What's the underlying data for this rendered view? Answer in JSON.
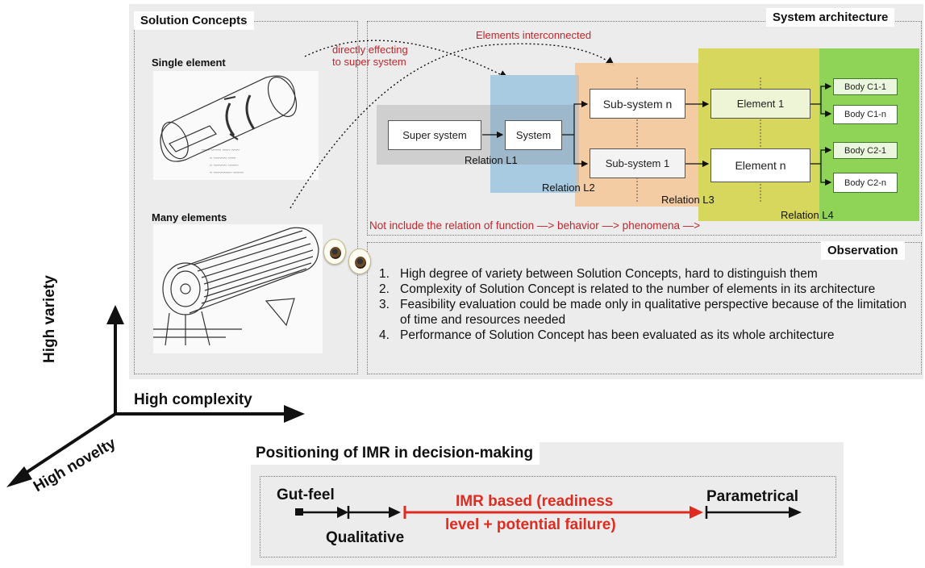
{
  "solution_concepts": {
    "title": "Solution Concepts",
    "single_label": "Single element",
    "many_label": "Many elements",
    "annotation_direct": "directly effecting\nto super system"
  },
  "system_architecture": {
    "title": "System architecture",
    "elements_interconnected": "Elements interconnected",
    "boxes": {
      "super_system": "Super system",
      "system": "System",
      "subsystem_n": "Sub-system n",
      "subsystem_1": "Sub-system 1",
      "element_1": "Element 1",
      "element_n": "Element n",
      "body_c1_1": "Body C1-1",
      "body_c1_n": "Body C1-n",
      "body_c2_1": "Body C2-1",
      "body_c2_n": "Body C2-n"
    },
    "relations": [
      "Relation L1",
      "Relation L2",
      "Relation L3",
      "Relation L4"
    ],
    "note": "Not include the relation of function —> behavior —> phenomena —>",
    "colors": {
      "blue": "#a9cbe2",
      "orange": "#f3caa0",
      "yellow": "#d8d860",
      "green": "#8fd457",
      "red": "#c0272d"
    }
  },
  "observation": {
    "title": "Observation",
    "items": [
      {
        "num": "1.",
        "text": "High degree of variety between Solution Concepts, hard to distinguish them"
      },
      {
        "num": "2.",
        "text": "Complexity of Solution Concept is related to the number of elements in its architecture"
      },
      {
        "num": "3.",
        "text": "Feasibility evaluation could be made only in qualitative perspective because of the limitation of time and resources needed"
      },
      {
        "num": "4.",
        "text": "Performance of Solution Concept has been evaluated as its whole architecture"
      }
    ]
  },
  "axes": {
    "variety": "High variety",
    "complexity": "High complexity",
    "novelty": "High novelty"
  },
  "positioning": {
    "title": "Positioning of IMR in decision-making",
    "gut_feel": "Gut-feel",
    "qualitative": "Qualitative",
    "imr_line1": "IMR based (readiness",
    "imr_line2": "level + potential failure)",
    "parametrical": "Parametrical"
  }
}
